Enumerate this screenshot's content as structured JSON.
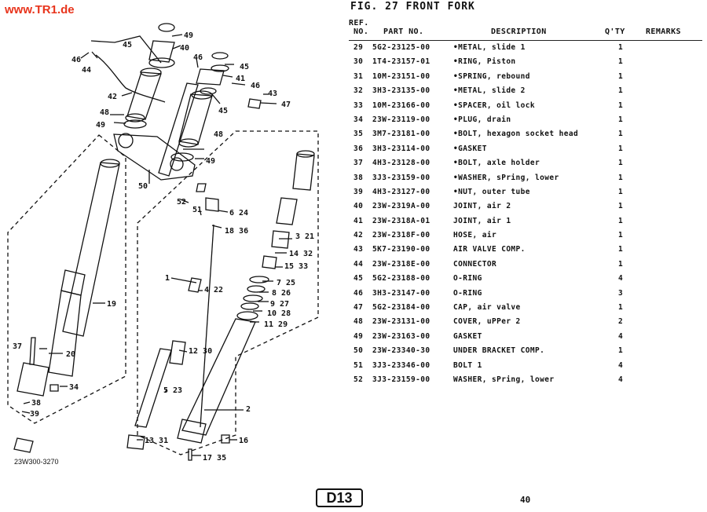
{
  "header": {
    "watermark": "www.TR1.de",
    "figure_title": "FIG. 27  FRONT FORK"
  },
  "table": {
    "headers": {
      "ref_line1": "REF.",
      "ref_line2": "NO.",
      "part_no": "PART NO.",
      "description": "DESCRIPTION",
      "qty": "Q'TY",
      "remarks": "REMARKS"
    },
    "rows": [
      {
        "ref": "29",
        "part": "5G2-23125-00",
        "desc": "•METAL, slide 1",
        "qty": "1"
      },
      {
        "ref": "30",
        "part": "1T4-23157-01",
        "desc": "•RING, Piston",
        "qty": "1"
      },
      {
        "ref": "31",
        "part": "10M-23151-00",
        "desc": "•SPRING, rebound",
        "qty": "1"
      },
      {
        "ref": "32",
        "part": "3H3-23135-00",
        "desc": "•METAL, slide 2",
        "qty": "1"
      },
      {
        "ref": "33",
        "part": "10M-23166-00",
        "desc": "•SPACER, oil lock",
        "qty": "1"
      },
      {
        "ref": "34",
        "part": "23W-23119-00",
        "desc": "•PLUG, drain",
        "qty": "1"
      },
      {
        "ref": "35",
        "part": "3M7-23181-00",
        "desc": "•BOLT, hexagon socket head",
        "qty": "1"
      },
      {
        "ref": "36",
        "part": "3H3-23114-00",
        "desc": "•GASKET",
        "qty": "1"
      },
      {
        "ref": "37",
        "part": "4H3-23128-00",
        "desc": "•BOLT, axle holder",
        "qty": "1"
      },
      {
        "ref": "38",
        "part": "3J3-23159-00",
        "desc": "•WASHER, sPring, lower",
        "qty": "1"
      },
      {
        "ref": "39",
        "part": "4H3-23127-00",
        "desc": "•NUT, outer tube",
        "qty": "1"
      },
      {
        "ref": "40",
        "part": "23W-2319A-00",
        "desc": "JOINT, air 2",
        "qty": "1"
      },
      {
        "ref": "41",
        "part": "23W-2318A-01",
        "desc": "JOINT, air 1",
        "qty": "1"
      },
      {
        "ref": "42",
        "part": "23W-2318F-00",
        "desc": "HOSE, air",
        "qty": "1"
      },
      {
        "ref": "43",
        "part": "5K7-23190-00",
        "desc": "AIR VALVE COMP.",
        "qty": "1"
      },
      {
        "ref": "44",
        "part": "23W-2318E-00",
        "desc": "CONNECTOR",
        "qty": "1"
      },
      {
        "ref": "45",
        "part": "5G2-23188-00",
        "desc": "O-RING",
        "qty": "4"
      },
      {
        "ref": "46",
        "part": "3H3-23147-00",
        "desc": "O-RING",
        "qty": "3"
      },
      {
        "ref": "47",
        "part": "5G2-23184-00",
        "desc": "CAP, air valve",
        "qty": "1"
      },
      {
        "ref": "48",
        "part": "23W-23131-00",
        "desc": "COVER, uPPer 2",
        "qty": "2"
      },
      {
        "ref": "49",
        "part": "23W-23163-00",
        "desc": "GASKET",
        "qty": "4"
      },
      {
        "ref": "50",
        "part": "23W-23340-30",
        "desc": "UNDER BRACKET COMP.",
        "qty": "1"
      },
      {
        "ref": "51",
        "part": "3J3-23346-00",
        "desc": "BOLT 1",
        "qty": "4"
      },
      {
        "ref": "52",
        "part": "3J3-23159-00",
        "desc": "WASHER, sPring, lower",
        "qty": "4"
      }
    ]
  },
  "diagram": {
    "code": "23W300-3270",
    "callouts": {
      "c49a": "49",
      "c45a": "45",
      "c40": "40",
      "c46a": "46",
      "c44": "44",
      "c42": "42",
      "c48a": "48",
      "c49b": "49",
      "c46b": "46",
      "c45b": "45",
      "c41": "41",
      "c46c": "46",
      "c43": "43",
      "c47": "47",
      "c45c": "45",
      "c48b": "48",
      "c49c": "49",
      "c50": "50",
      "c52": "52",
      "c51": "51",
      "c6_24": "6 24",
      "c18_36": "18 36",
      "c3_21": "3 21",
      "c14_32": "14 32",
      "c15_33": "15 33",
      "c1": "1",
      "c4_22": "4 22",
      "c7_25": "7 25",
      "c8_26": "8 26",
      "c9_27": "9 27",
      "c10_28": "10 28",
      "c11_29": "11 29",
      "c19": "19",
      "c12_30": "12 30",
      "c5_23": "5 23",
      "c37": "37",
      "c20": "20",
      "c34": "34",
      "c38": "38",
      "c39": "39",
      "c2": "2",
      "c16": "16",
      "c13_31": "13 31",
      "c17_35": "17 35"
    }
  },
  "footer": {
    "page_tag": "D13",
    "page_number": "40"
  }
}
